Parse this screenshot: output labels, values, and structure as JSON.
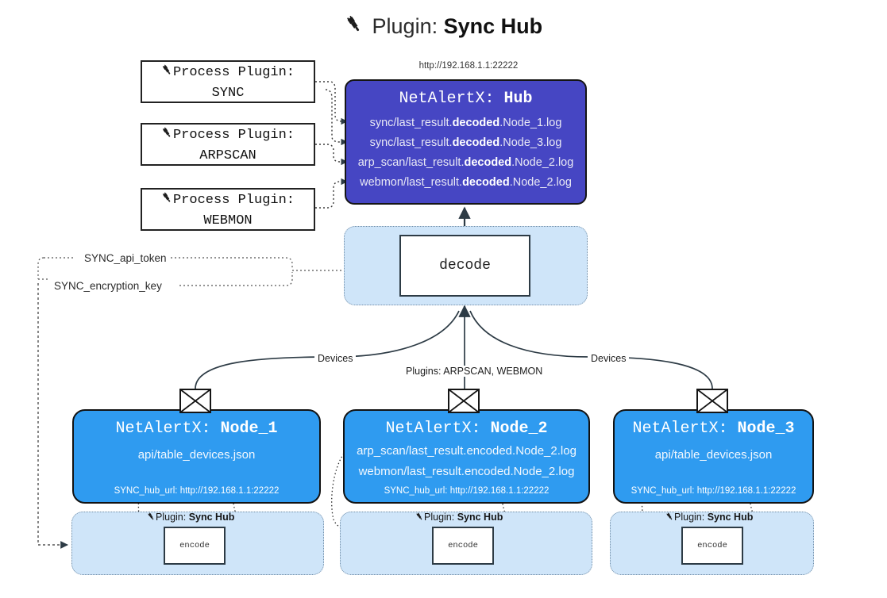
{
  "title": {
    "icon": "plug-icon",
    "prefix": "Plugin: ",
    "name": "Sync Hub"
  },
  "process_plugins": [
    {
      "icon": "plug-icon",
      "line1": "Process Plugin:",
      "line2": "SYNC"
    },
    {
      "icon": "plug-icon",
      "line1": "Process Plugin:",
      "line2": "ARPSCAN"
    },
    {
      "icon": "plug-icon",
      "line1": "Process Plugin:",
      "line2": "WEBMON"
    }
  ],
  "hub": {
    "url": "http://192.168.1.1:22222",
    "title_prefix": "NetAlertX: ",
    "title_name": "Hub",
    "color": "#4646c3",
    "lines": [
      {
        "pre": "sync/last_result.",
        "mid": "decoded",
        "post": ".Node_1.log"
      },
      {
        "pre": "sync/last_result.",
        "mid": "decoded",
        "post": ".Node_3.log"
      },
      {
        "pre": "arp_scan/last_result.",
        "mid": "decoded",
        "post": ".Node_2.log"
      },
      {
        "pre": "webmon/last_result.",
        "mid": "decoded",
        "post": ".Node_2.log"
      }
    ]
  },
  "decode": {
    "label": "decode",
    "cluster_color": "#cfe5f9"
  },
  "settings": {
    "api_token": "SYNC_api_token",
    "encryption_key": "SYNC_encryption_key"
  },
  "edge_labels": {
    "devices_left": "Devices",
    "devices_right": "Devices",
    "plugins_mid": "Plugins: ARPSCAN, WEBMON"
  },
  "nodes": [
    {
      "icon": "envelope-icon",
      "title_prefix": "NetAlertX: ",
      "title_name": "Node_1",
      "color": "#2f9bf0",
      "lines": [
        "api/table_devices.json"
      ],
      "footer": "SYNC_hub_url: http://192.168.1.1:22222"
    },
    {
      "icon": "envelope-icon",
      "title_prefix": "NetAlertX: ",
      "title_name": "Node_2",
      "color": "#2f9bf0",
      "lines": [
        "arp_scan/last_result.encoded.Node_2.log",
        "webmon/last_result.encoded.Node_2.log"
      ],
      "footer": "SYNC_hub_url: http://192.168.1.1:22222"
    },
    {
      "icon": "envelope-icon",
      "title_prefix": "NetAlertX: ",
      "title_name": "Node_3",
      "color": "#2f9bf0",
      "lines": [
        "api/table_devices.json"
      ],
      "footer": "SYNC_hub_url: http://192.168.1.1:22222"
    }
  ],
  "encode_clusters": [
    {
      "icon": "plug-icon",
      "label_prefix": "Plugin: ",
      "label_name": "Sync Hub",
      "box_label": "encode"
    },
    {
      "icon": "plug-icon",
      "label_prefix": "Plugin: ",
      "label_name": "Sync Hub",
      "box_label": "encode"
    },
    {
      "icon": "plug-icon",
      "label_prefix": "Plugin: ",
      "label_name": "Sync Hub",
      "box_label": "encode"
    }
  ]
}
